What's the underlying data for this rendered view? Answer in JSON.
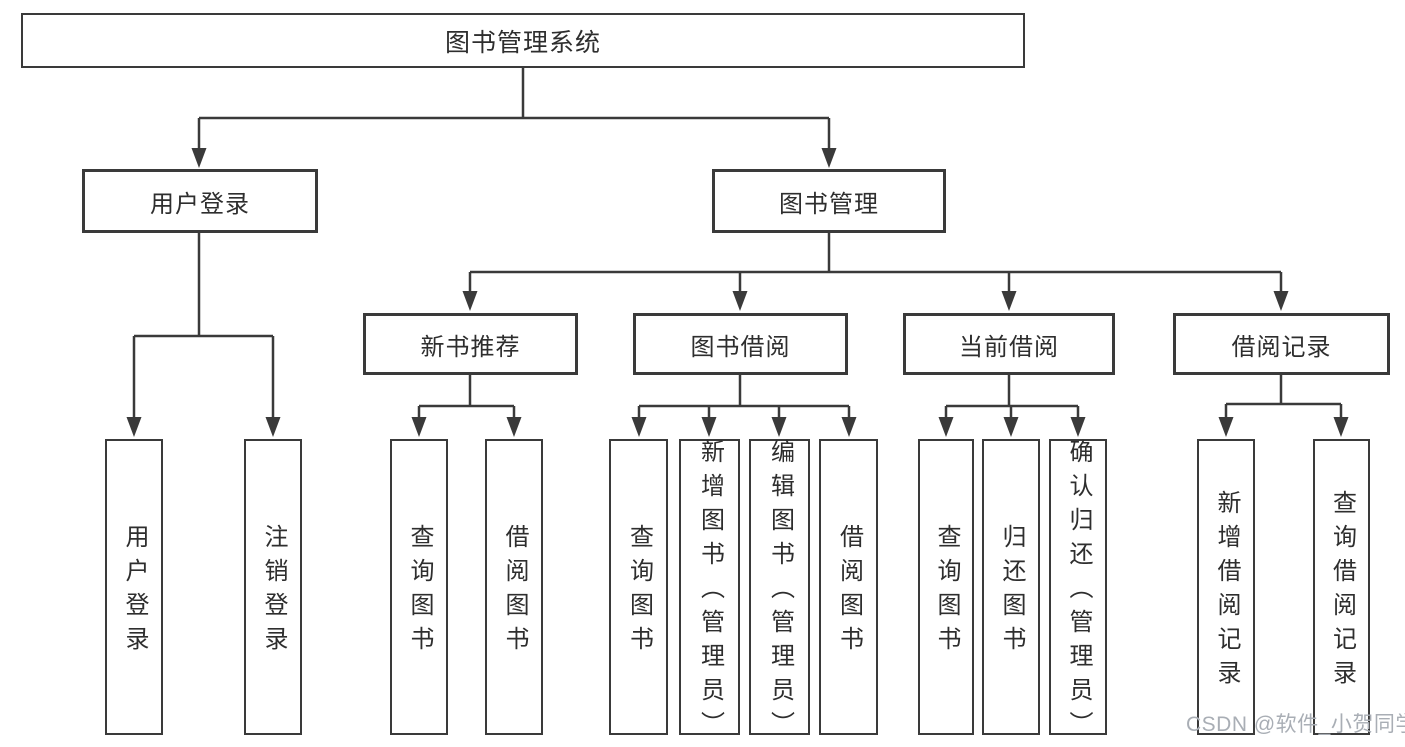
{
  "colors": {
    "line": "#3a3a3a",
    "text": "#2e2e2e",
    "watermark": "#a9aeb5",
    "background": "#ffffff"
  },
  "nodes": {
    "root": "图书管理系统",
    "userLogin": "用户登录",
    "bookMgmt": "图书管理",
    "catRecommend": "新书推荐",
    "catBorrow": "图书借阅",
    "catCurrent": "当前借阅",
    "catRecords": "借阅记录",
    "leafUserLogin": "用户登录",
    "leafLogout": "注销登录",
    "leafRecQuery": "查询图书",
    "leafRecBorrow": "借阅图书",
    "leafBorQuery": "查询图书",
    "leafBorAdd": "新增图书（管理员）",
    "leafBorEdit": "编辑图书（管理员）",
    "leafBorBorrow": "借阅图书",
    "leafCurQuery": "查询图书",
    "leafCurReturn": "归还图书",
    "leafCurConfirm": "确认归还（管理员）",
    "leafRecordAdd": "新增借阅记录",
    "leafRecordQuery": "查询借阅记录"
  },
  "watermark": "CSDN @软件_小贺同学"
}
